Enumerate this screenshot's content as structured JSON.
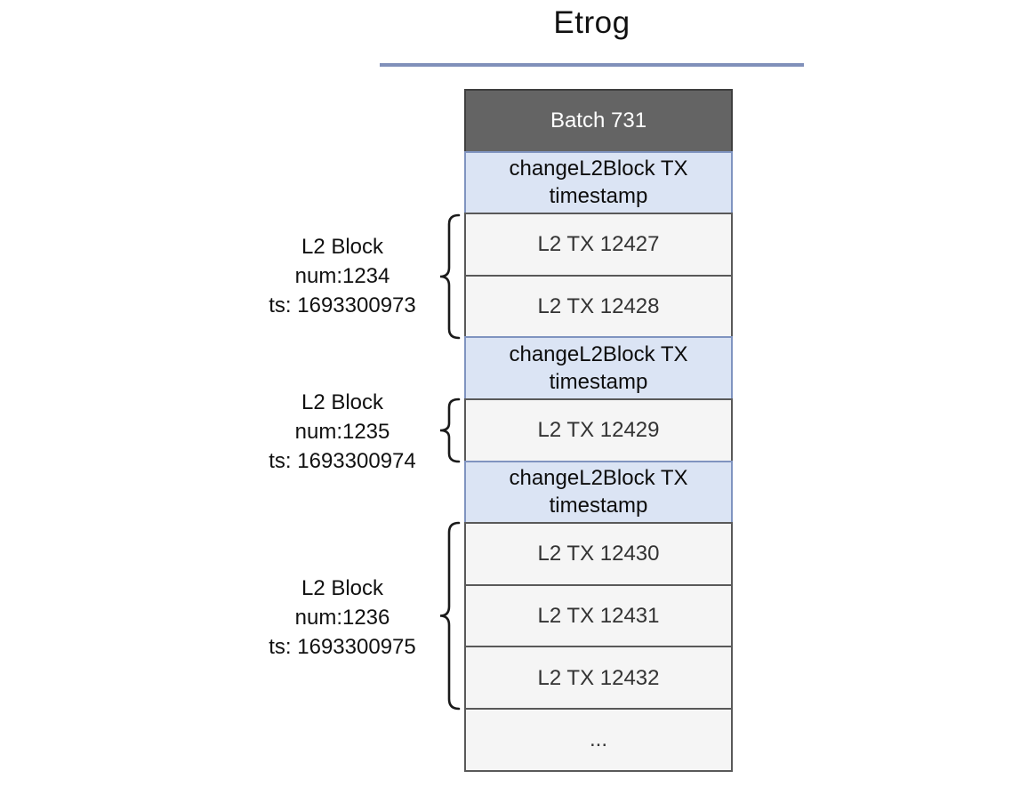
{
  "title": "Etrog",
  "batch": {
    "header_label": "Batch 731",
    "rows": [
      {
        "type": "change",
        "line1": "changeL2Block TX",
        "line2": "timestamp"
      },
      {
        "type": "tx",
        "label": "L2 TX 12427"
      },
      {
        "type": "tx",
        "label": "L2 TX 12428"
      },
      {
        "type": "change",
        "line1": "changeL2Block TX",
        "line2": "timestamp"
      },
      {
        "type": "tx",
        "label": "L2 TX 12429"
      },
      {
        "type": "change",
        "line1": "changeL2Block TX",
        "line2": "timestamp"
      },
      {
        "type": "tx",
        "label": "L2 TX 12430"
      },
      {
        "type": "tx",
        "label": "L2 TX 12431"
      },
      {
        "type": "tx",
        "label": "L2 TX 12432"
      },
      {
        "type": "ellipsis",
        "label": "..."
      }
    ]
  },
  "l2_blocks": [
    {
      "line1": "L2 Block",
      "line2": "num:1234",
      "line3": "ts: 1693300973"
    },
    {
      "line1": "L2 Block",
      "line2": "num:1235",
      "line3": "ts: 1693300974"
    },
    {
      "line1": "L2 Block",
      "line2": "num:1236",
      "line3": "ts: 1693300975"
    }
  ],
  "colors": {
    "batch_header_fill": "#646464",
    "batch_header_border": "#3f3f3f",
    "batch_header_text": "#ffffff",
    "change_row_fill": "#dbe4f4",
    "change_row_border": "#8094c0",
    "tx_row_fill": "#f5f5f5",
    "tx_row_border": "#595959",
    "title_rule": "#8090ba",
    "brace_stroke": "#1a1a1a",
    "text": "#111111"
  }
}
